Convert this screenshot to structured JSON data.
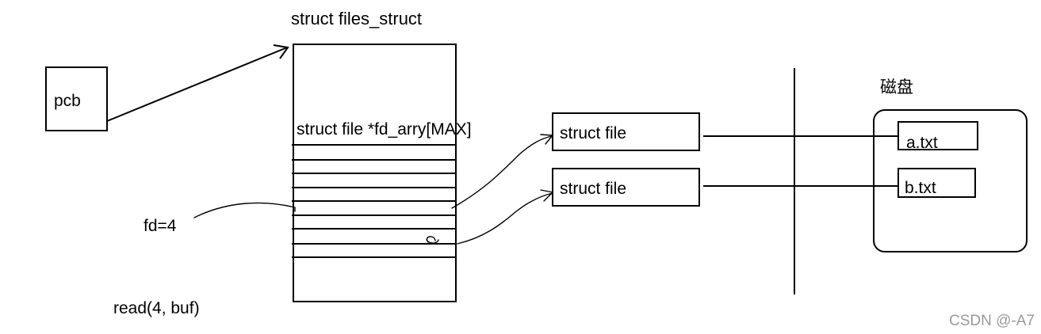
{
  "files_struct_title": "struct files_struct",
  "pcb_label": "pcb",
  "fd_array_label": "struct file *fd_arry[MAX]",
  "fd_label": "fd=4",
  "read_call": "read(4, buf)",
  "struct_file_1": "struct file",
  "struct_file_2": "struct file",
  "disk_label": "磁盘",
  "file_a": "a.txt",
  "file_b": "b.txt",
  "watermark": "CSDN @-A7"
}
